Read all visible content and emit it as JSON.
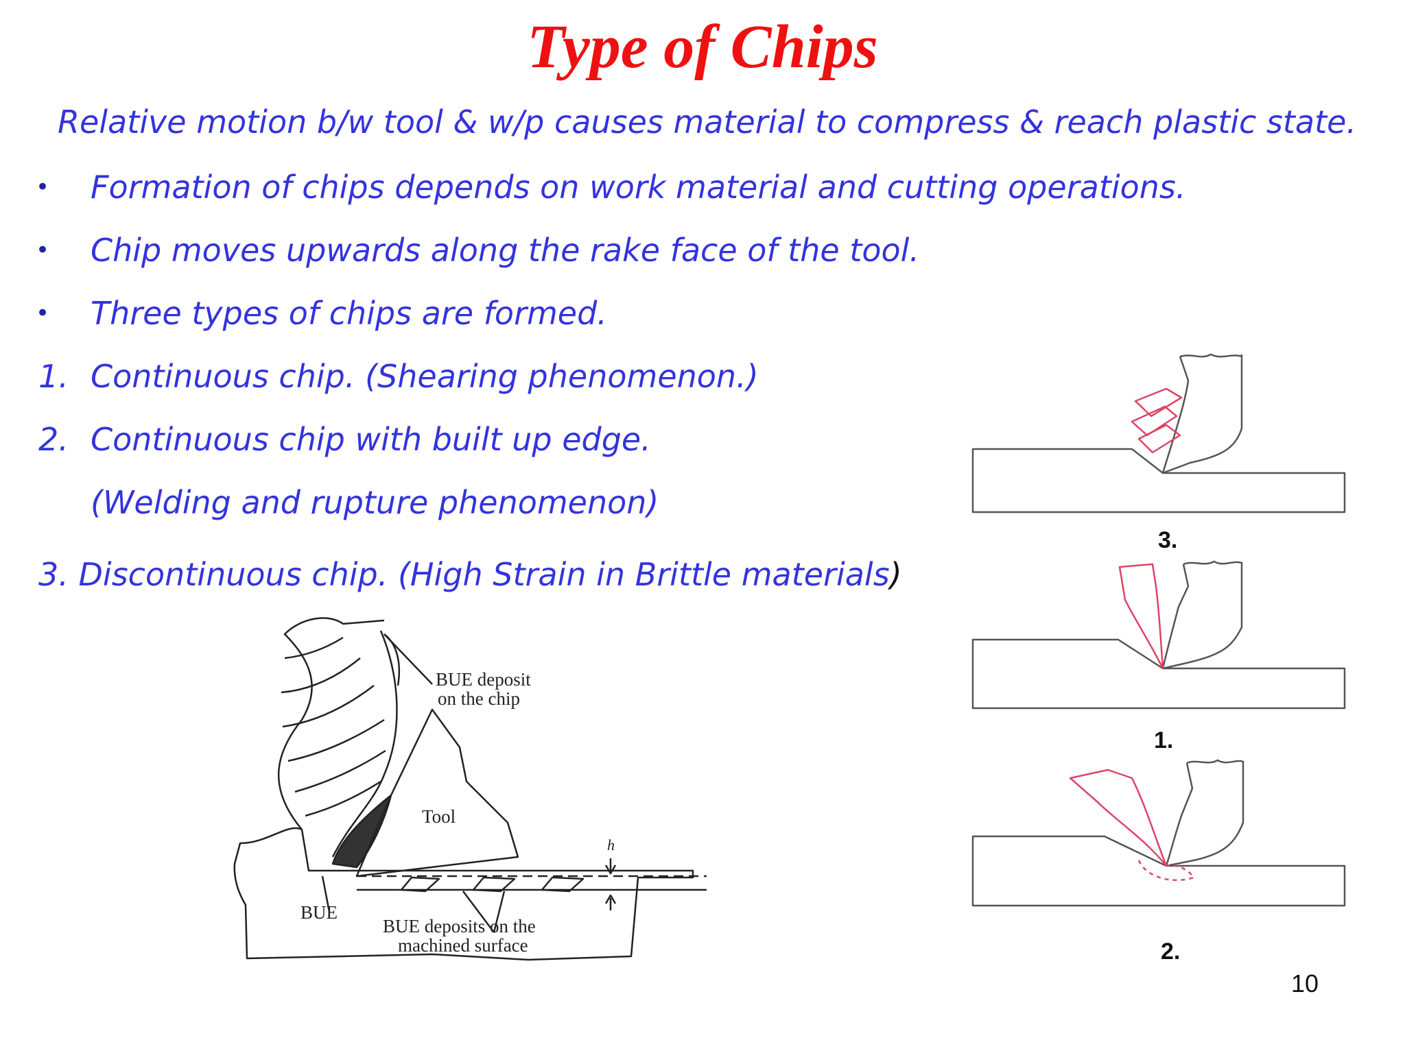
{
  "slide": {
    "title": "Type of Chips",
    "intro": "Relative motion b/w tool & w/p causes material to compress & reach plastic state.",
    "bullets": [
      "Formation of chips depends on  work material and cutting operations.",
      "Chip moves upwards along the rake face of the tool.",
      "Three types of chips are formed."
    ],
    "bullet_marker": "•",
    "numbered": [
      {
        "num": "1.",
        "text": "Continuous chip. (Shearing phenomenon.)"
      },
      {
        "num": "2.",
        "text": "Continuous chip with built up edge."
      },
      {
        "num": "",
        "text": "(Welding and rupture phenomenon)"
      },
      {
        "num": "3.",
        "text": "Discontinuous chip. (High Strain in Brittle materials",
        "tail": ")"
      }
    ],
    "bue_figure": {
      "label_bue_chip_1": "BUE deposit",
      "label_bue_chip_2": "on the chip",
      "label_tool": "Tool",
      "label_h": "h",
      "label_bue": "BUE",
      "label_surface_1": "BUE deposits on the",
      "label_surface_2": "machined surface"
    },
    "right_figures": {
      "top_label": "3.",
      "middle_label": "1.",
      "bottom_label": "2."
    },
    "page_number": "10",
    "colors": {
      "title": "#ee1111",
      "text": "#3333dd",
      "chip_outline": "#dd4466",
      "drawing": "#555555"
    }
  }
}
